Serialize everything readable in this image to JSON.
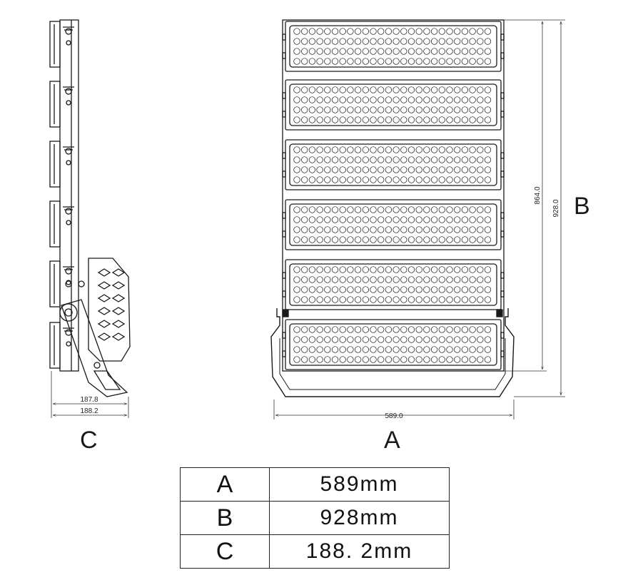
{
  "views": {
    "side": "C",
    "front": "A",
    "height": "B"
  },
  "dimensions": {
    "side_inner": "187.8",
    "side_outer": "188.2",
    "width": "589.0",
    "inner_height": "864.0",
    "total_height": "928.0"
  },
  "spec_table": {
    "rows": [
      {
        "key": "A",
        "value": "589mm"
      },
      {
        "key": "B",
        "value": "928mm"
      },
      {
        "key": "C",
        "value": "188. 2mm"
      }
    ]
  },
  "colors": {
    "line": "#1a1a1a",
    "background": "#ffffff"
  }
}
